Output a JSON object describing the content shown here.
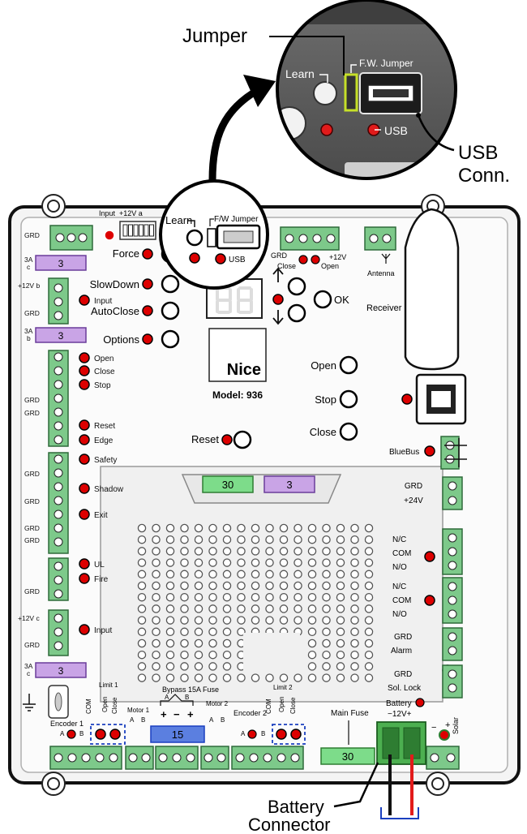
{
  "callouts": {
    "jumper": "Jumper",
    "usb_conn_line1": "USB",
    "usb_conn_line2": "Conn.",
    "battery_line1": "Battery",
    "battery_line2": "Connector"
  },
  "zoom": {
    "learn": "Learn",
    "fw_jumper": "F.W. Jumper",
    "usb": "USB"
  },
  "board": {
    "input_12v_a": "Input  +12V a",
    "learn": "Learn",
    "fw_jumper": "F/W Jumper",
    "usb": "USB",
    "force": "Force",
    "slowdown": "SlowDown",
    "autoclose": "AutoClose",
    "options": "Options",
    "input": "Input",
    "nice_logo": "Nice",
    "model": "Model: 936",
    "ok": "OK",
    "reset": "Reset",
    "open_btn": "Open",
    "stop_btn": "Stop",
    "close_btn": "Close",
    "receiver": "Receiver",
    "antenna": "Antenna",
    "grd_close": "GRD",
    "close_top": "Close",
    "open_top": "Open",
    "plus12v_top": "+12V",
    "bluebus": "BlueBus",
    "grd_24": "GRD",
    "plus24v": "+24V",
    "nc1": "N/C",
    "com1": "COM",
    "no1": "N/O",
    "nc2": "N/C",
    "com2": "COM",
    "no2": "N/O",
    "alarm_grd": "GRD",
    "alarm": "Alarm",
    "sollock_grd": "GRD",
    "sollock": "Sol. Lock",
    "left_grd1": "GRD",
    "fuse_3a_c": "3A\nc",
    "fuse_3a_c_v": "3",
    "plus12v_b": "+12V b",
    "left_grd2": "GRD",
    "fuse_3a_b": "3A\nb",
    "fuse_3a_b_v": "3",
    "open_l": "Open",
    "close_l": "Close",
    "stop_l": "Stop",
    "left_grd3": "GRD",
    "left_grd4": "GRD",
    "reset_l": "Reset",
    "edge_l": "Edge",
    "safety_l": "Safety",
    "left_grd5": "GRD",
    "shadow_l": "Shadow",
    "left_grd6": "GRD",
    "exit_l": "Exit",
    "left_grd7": "GRD",
    "left_grd8": "GRD",
    "ul_l": "UL",
    "fire_l": "Fire",
    "left_grd9": "GRD",
    "plus12v_c": "+12V c",
    "input_l": "Input",
    "left_grd10": "GRD",
    "fuse_3a_c2": "3A\nc",
    "fuse_3a_c2_v": "3",
    "fuse_30_center": "30",
    "fuse_3_center": "3",
    "limit1": "Limit 1",
    "com_l1": "COM",
    "open_l1": "Open",
    "close_l1": "Close",
    "motor1": "Motor 1",
    "a": "A",
    "b": "B",
    "bypass": "Bypass 15A Fuse",
    "bypass_v": "15",
    "motor2": "Motor 2",
    "encoder1": "Encoder 1",
    "encoder2": "Encoder 2",
    "limit2": "Limit 2",
    "com_l2": "COM",
    "open_l2": "Open",
    "close_l2": "Close",
    "main_fuse": "Main Fuse",
    "main_fuse_v": "30",
    "battery": "Battery",
    "battery_pol": "−12V+",
    "solar": "Solar",
    "plus": "+",
    "minus": "−"
  }
}
